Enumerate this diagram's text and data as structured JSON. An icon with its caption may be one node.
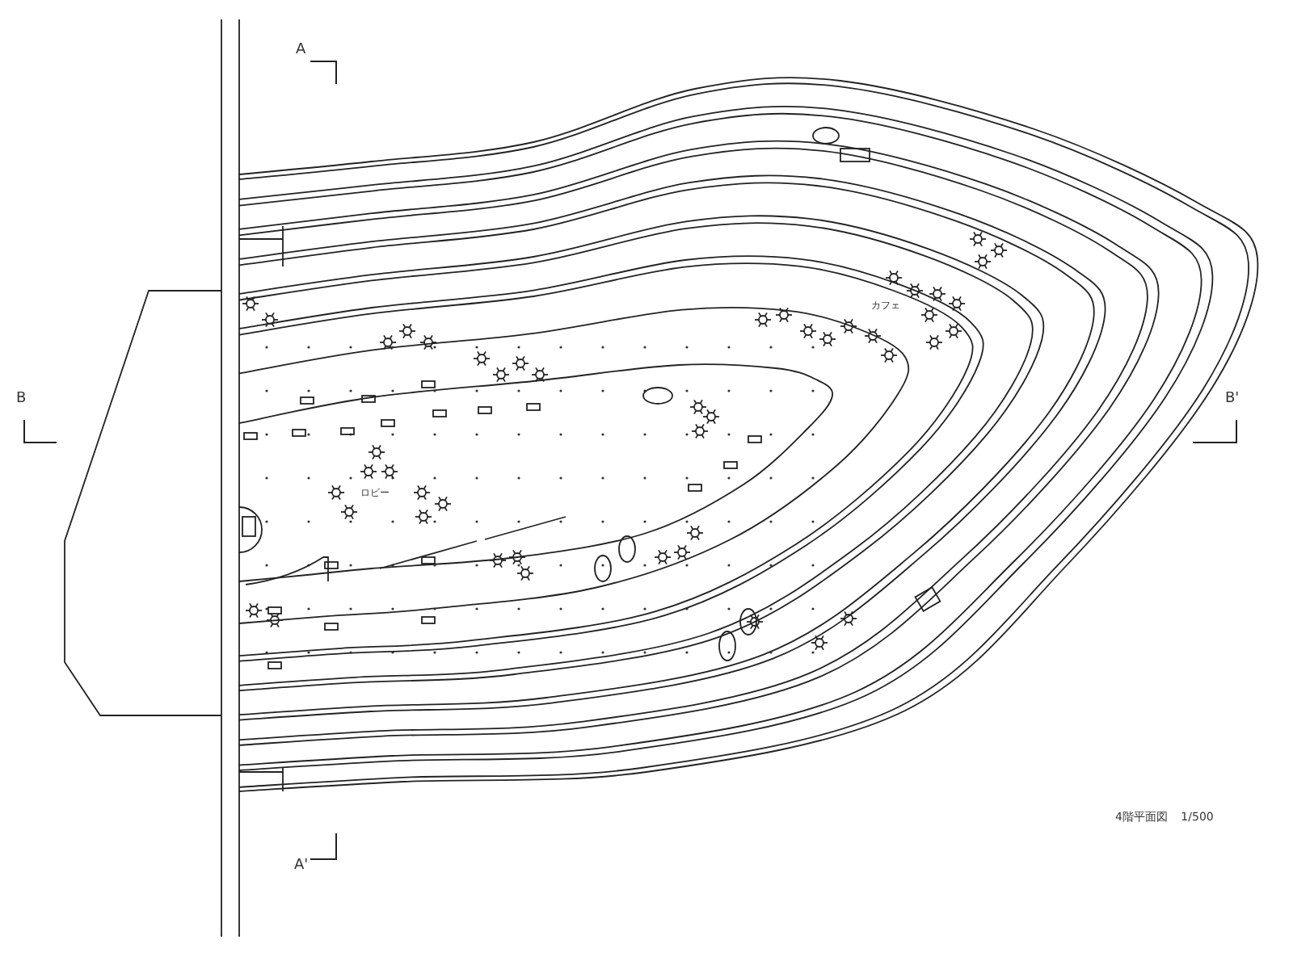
{
  "diagram": {
    "caption": "4階平面図 1/500",
    "labels": [
      "A",
      "カフェ",
      "B",
      "B'",
      "ロビー",
      "A'"
    ]
  }
}
